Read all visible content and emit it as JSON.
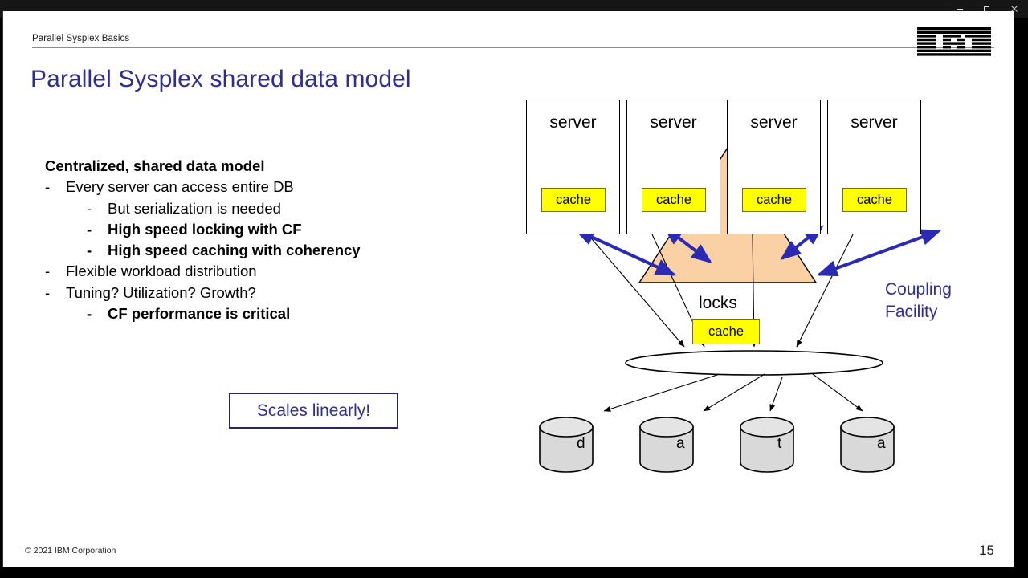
{
  "window": {
    "controls": [
      {
        "name": "minimize",
        "glyph": "minimize-icon"
      },
      {
        "name": "restore",
        "glyph": "restore-icon"
      },
      {
        "name": "close",
        "glyph": "close-icon"
      }
    ]
  },
  "slide": {
    "eyebrow": "Parallel Sysplex Basics",
    "title": "Parallel Sysplex shared data model",
    "logo_alt": "IBM",
    "page_number": "15",
    "copyright": "© 2021 IBM Corporation"
  },
  "content": {
    "lead": "Centralized, shared data model",
    "bullets": [
      {
        "dash": "-",
        "text": "Every server can access entire DB",
        "level": 1,
        "bold": false
      },
      {
        "dash": "-",
        "text": "But serialization is needed",
        "level": 2,
        "bold": false
      },
      {
        "dash": "-",
        "text": "High speed locking with CF",
        "level": 2,
        "bold": true
      },
      {
        "dash": "-",
        "text": "High speed caching with coherency",
        "level": 2,
        "bold": true
      },
      {
        "dash": "-",
        "text": "Flexible workload distribution",
        "level": 1,
        "bold": false
      },
      {
        "dash": "-",
        "text": "Tuning? Utilization? Growth?",
        "level": 1,
        "bold": false
      },
      {
        "dash": "-",
        "text": "CF performance is critical",
        "level": 2,
        "bold": true
      }
    ],
    "callout": "Scales linearly!"
  },
  "diagram": {
    "servers": [
      {
        "label": "server",
        "cache_label": "cache"
      },
      {
        "label": "server",
        "cache_label": "cache"
      },
      {
        "label": "server",
        "cache_label": "cache"
      },
      {
        "label": "server",
        "cache_label": "cache"
      }
    ],
    "coupling_facility": {
      "locks_label": "locks",
      "cache_label": "cache",
      "caption_line1": "Coupling",
      "caption_line2": "Facility"
    },
    "disks": [
      {
        "letter": "d"
      },
      {
        "letter": "a"
      },
      {
        "letter": "t"
      },
      {
        "letter": "a"
      }
    ]
  },
  "colors": {
    "title_blue": "#2e2e92",
    "cache_yellow": "#ffff00",
    "cf_peach": "#fad1a5",
    "arrow_blue": "#2a2ab4",
    "disk_gray": "#d9d9d9",
    "slide_white": "#ffffff"
  }
}
